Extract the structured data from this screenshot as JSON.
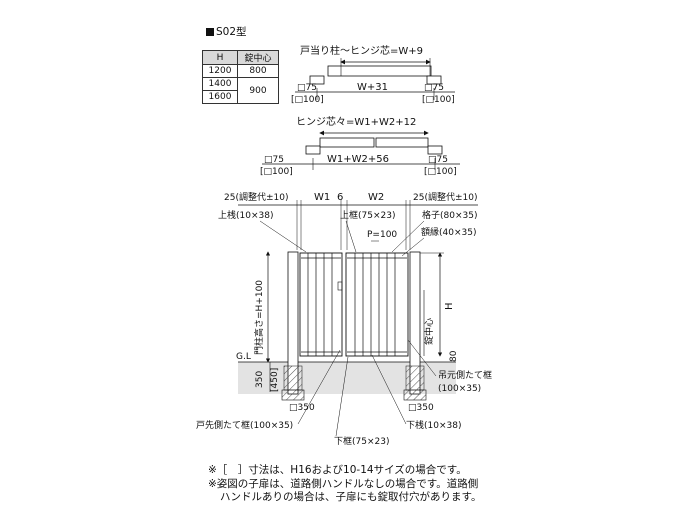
{
  "title": "S02型",
  "spec_table": {
    "headers": [
      "H",
      "錠中心"
    ],
    "rows": [
      {
        "h": "1200",
        "lock": "800"
      },
      {
        "h": "1400",
        "lock": "900"
      },
      {
        "h": "1600",
        "lock": ""
      }
    ]
  },
  "top_plan_1": {
    "caption": "戸当り柱～ヒンジ芯=W+9",
    "post_left": "□75",
    "post_left_alt": "[□100]",
    "span": "W+31",
    "post_right": "□75",
    "post_right_alt": "[□100]"
  },
  "top_plan_2": {
    "caption": "ヒンジ芯々=W1+W2+12",
    "post_left": "□75",
    "post_left_alt": "[□100]",
    "span": "W1+W2+56",
    "post_right": "□75",
    "post_right_alt": "[□100]"
  },
  "elevation": {
    "adj_left": "25(調整代±10)",
    "w1": "W1",
    "gap": "6",
    "w2": "W2",
    "adj_right": "25(調整代±10)",
    "upper_rail_left": "上桟(10×38)",
    "upper_frame": "上框(75×23)",
    "lattice": "格子(80×35)",
    "pitch": "P=100",
    "edge_trim": "額縁(40×35)",
    "post_height": "門柱高さ=H+100",
    "height": "H",
    "lock_center": "錠中心",
    "clearance": "80",
    "gl": "G.L",
    "embed": "350",
    "embed_alt": "[450]",
    "hinge_stile": "吊元側たて框",
    "hinge_stile_size": "(100×35)",
    "foot_left": "□350",
    "foot_right": "□350",
    "leading_stile": "戸先側たて框(100×35)",
    "lower_rail": "下桟(10×38)",
    "lower_frame": "下框(75×23)"
  },
  "notes": [
    "※［　］寸法は、H16および10-14サイズの場合です。",
    "※姿図の子扉は、道路側ハンドルなしの場合です。道路側",
    "ハンドルありの場合は、子扉にも錠取付穴があります。"
  ]
}
